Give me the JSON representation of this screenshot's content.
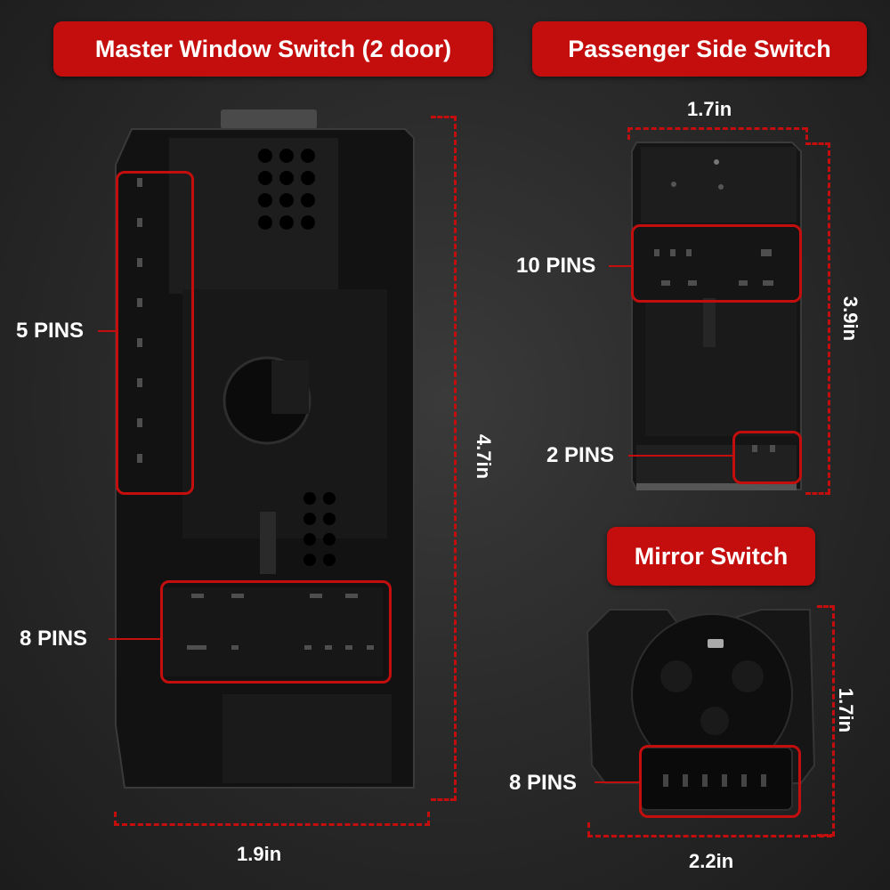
{
  "titles": {
    "master": "Master Window Switch (2 door)",
    "passenger": "Passenger Side Switch",
    "mirror": "Mirror Switch"
  },
  "master": {
    "pins_side": "5 PINS",
    "pins_bottom": "8 PINS",
    "height": "4.7in",
    "width": "1.9in"
  },
  "passenger": {
    "pins_top": "10 PINS",
    "pins_bottom": "2 PINS",
    "height": "3.9in",
    "width": "1.7in"
  },
  "mirror": {
    "pins": "8 PINS",
    "height": "1.7in",
    "width": "2.2in"
  },
  "colors": {
    "accent": "#c40e0e",
    "text": "#ffffff",
    "part": "#151515"
  }
}
